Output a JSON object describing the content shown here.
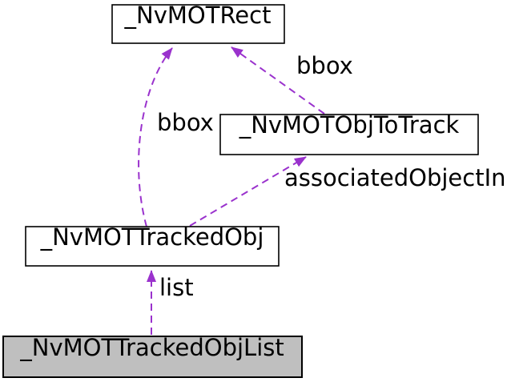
{
  "diagram": {
    "type": "collaboration-graph",
    "background_color": "#ffffff",
    "colors": {
      "edge": "#9a32cd",
      "node_fill": "#ffffff",
      "node_border": "#000000",
      "focus_node_fill": "#bfbfbf",
      "text": "#000000"
    },
    "nodes": [
      {
        "id": "_NvMOTRect",
        "label": "_NvMOTRect",
        "focused": false
      },
      {
        "id": "_NvMOTObjToTrack",
        "label": "_NvMOTObjToTrack",
        "focused": false
      },
      {
        "id": "_NvMOTTrackedObj",
        "label": "_NvMOTTrackedObj",
        "focused": false
      },
      {
        "id": "_NvMOTTrackedObjList",
        "label": "_NvMOTTrackedObjList",
        "focused": true
      }
    ],
    "edges": [
      {
        "from": "_NvMOTTrackedObj",
        "to": "_NvMOTRect",
        "label": "bbox",
        "style": "dashed"
      },
      {
        "from": "_NvMOTObjToTrack",
        "to": "_NvMOTRect",
        "label": "bbox",
        "style": "dashed"
      },
      {
        "from": "_NvMOTTrackedObj",
        "to": "_NvMOTObjToTrack",
        "label": "associatedObjectIn",
        "style": "dashed"
      },
      {
        "from": "_NvMOTTrackedObjList",
        "to": "_NvMOTTrackedObj",
        "label": "list",
        "style": "dashed"
      }
    ]
  }
}
